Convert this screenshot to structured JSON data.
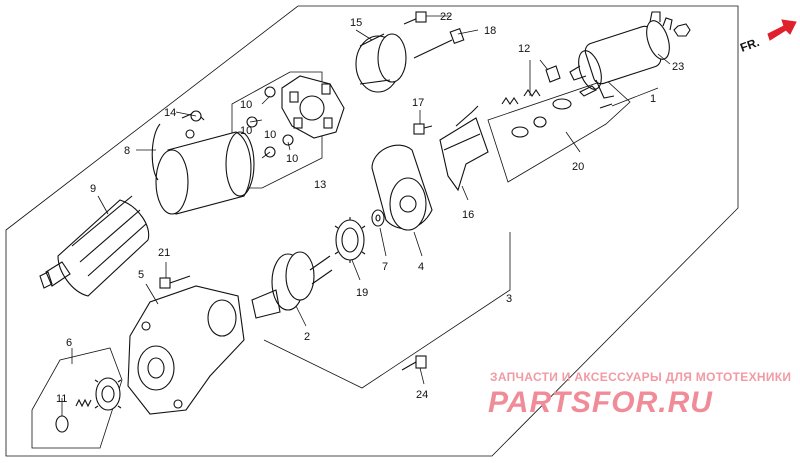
{
  "direction_label": "FR.",
  "direction_arrow_color": "#e0202c",
  "watermark": {
    "subtitle": "ЗАПЧАСТИ И АКСЕССУАРЫ ДЛЯ МОТОТЕХНИКИ",
    "brand": "PARTSFOR.RU",
    "color": "#f08c98"
  },
  "callouts": {
    "c1": "1",
    "c2": "2",
    "c3": "3",
    "c4": "4",
    "c5": "5",
    "c6": "6",
    "c7": "7",
    "c8": "8",
    "c9": "9",
    "c10a": "10",
    "c10b": "10",
    "c10c": "10",
    "c10d": "10",
    "c11": "11",
    "c12": "12",
    "c13": "13",
    "c14": "14",
    "c15": "15",
    "c16": "16",
    "c17": "17",
    "c18": "18",
    "c19": "19",
    "c20": "20",
    "c21": "21",
    "c22": "22",
    "c23": "23",
    "c24": "24"
  }
}
